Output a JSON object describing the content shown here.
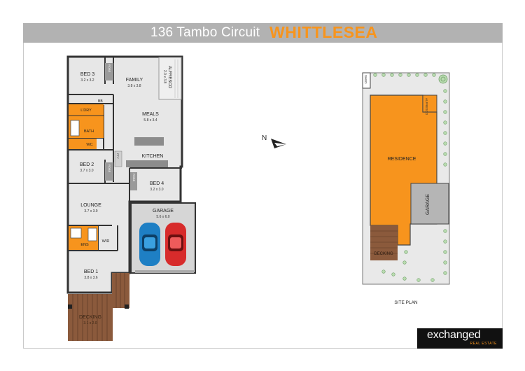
{
  "header": {
    "address": "136 Tambo Circuit",
    "suburb": "WHITTLESEA"
  },
  "colors": {
    "accent": "#f7941d",
    "banner": "#b2b2b2",
    "room_floor": "#e7e7e7",
    "wet_area": "#f7941d",
    "walls": "#333333",
    "garage_floor": "#d6d6d6",
    "decking": "#8b5a3c",
    "lawn": "#e9e9e9"
  },
  "floor_plan": {
    "rooms": {
      "bed3": {
        "name": "BED 3",
        "size": "3.2 x 3.2"
      },
      "family": {
        "name": "FAMILY",
        "size": "3.8 x 3.8"
      },
      "alfresco": {
        "name": "ALFRESCO",
        "size": "2.0 x 3.8"
      },
      "meals": {
        "name": "MEALS",
        "size": "5.8 x 3.4"
      },
      "ldry": {
        "name": "L'DRY"
      },
      "bath": {
        "name": "BATH"
      },
      "wc": {
        "name": "WC"
      },
      "kitchen": {
        "name": "KITCHEN"
      },
      "bed2": {
        "name": "BED 2",
        "size": "3.7 x 3.0"
      },
      "bed4": {
        "name": "BED 4",
        "size": "3.2 x 3.0"
      },
      "lounge": {
        "name": "LOUNGE",
        "size": "3.7 x 3.9"
      },
      "garage": {
        "name": "GARAGE",
        "size": "5.6 x 6.0"
      },
      "ens": {
        "name": "ENS"
      },
      "wir": {
        "name": "WIR"
      },
      "bed1": {
        "name": "BED 1",
        "size": "3.8 x 3.6"
      },
      "decking": {
        "name": "DECKING",
        "size": "3.1 x 2.0"
      }
    },
    "labels": {
      "robe": "ROBE",
      "pty": "PTY",
      "ldry_cupboard": "BB"
    }
  },
  "compass": {
    "label": "N"
  },
  "site_plan": {
    "caption": "SITE PLAN",
    "shed": "SHED",
    "alfresco": "ALFRESCO",
    "residence": "RESIDENCE",
    "garage": "GARAGE",
    "decking": "DECKING"
  },
  "logo": {
    "name": "exchanged",
    "tagline": "REAL ESTATE"
  }
}
